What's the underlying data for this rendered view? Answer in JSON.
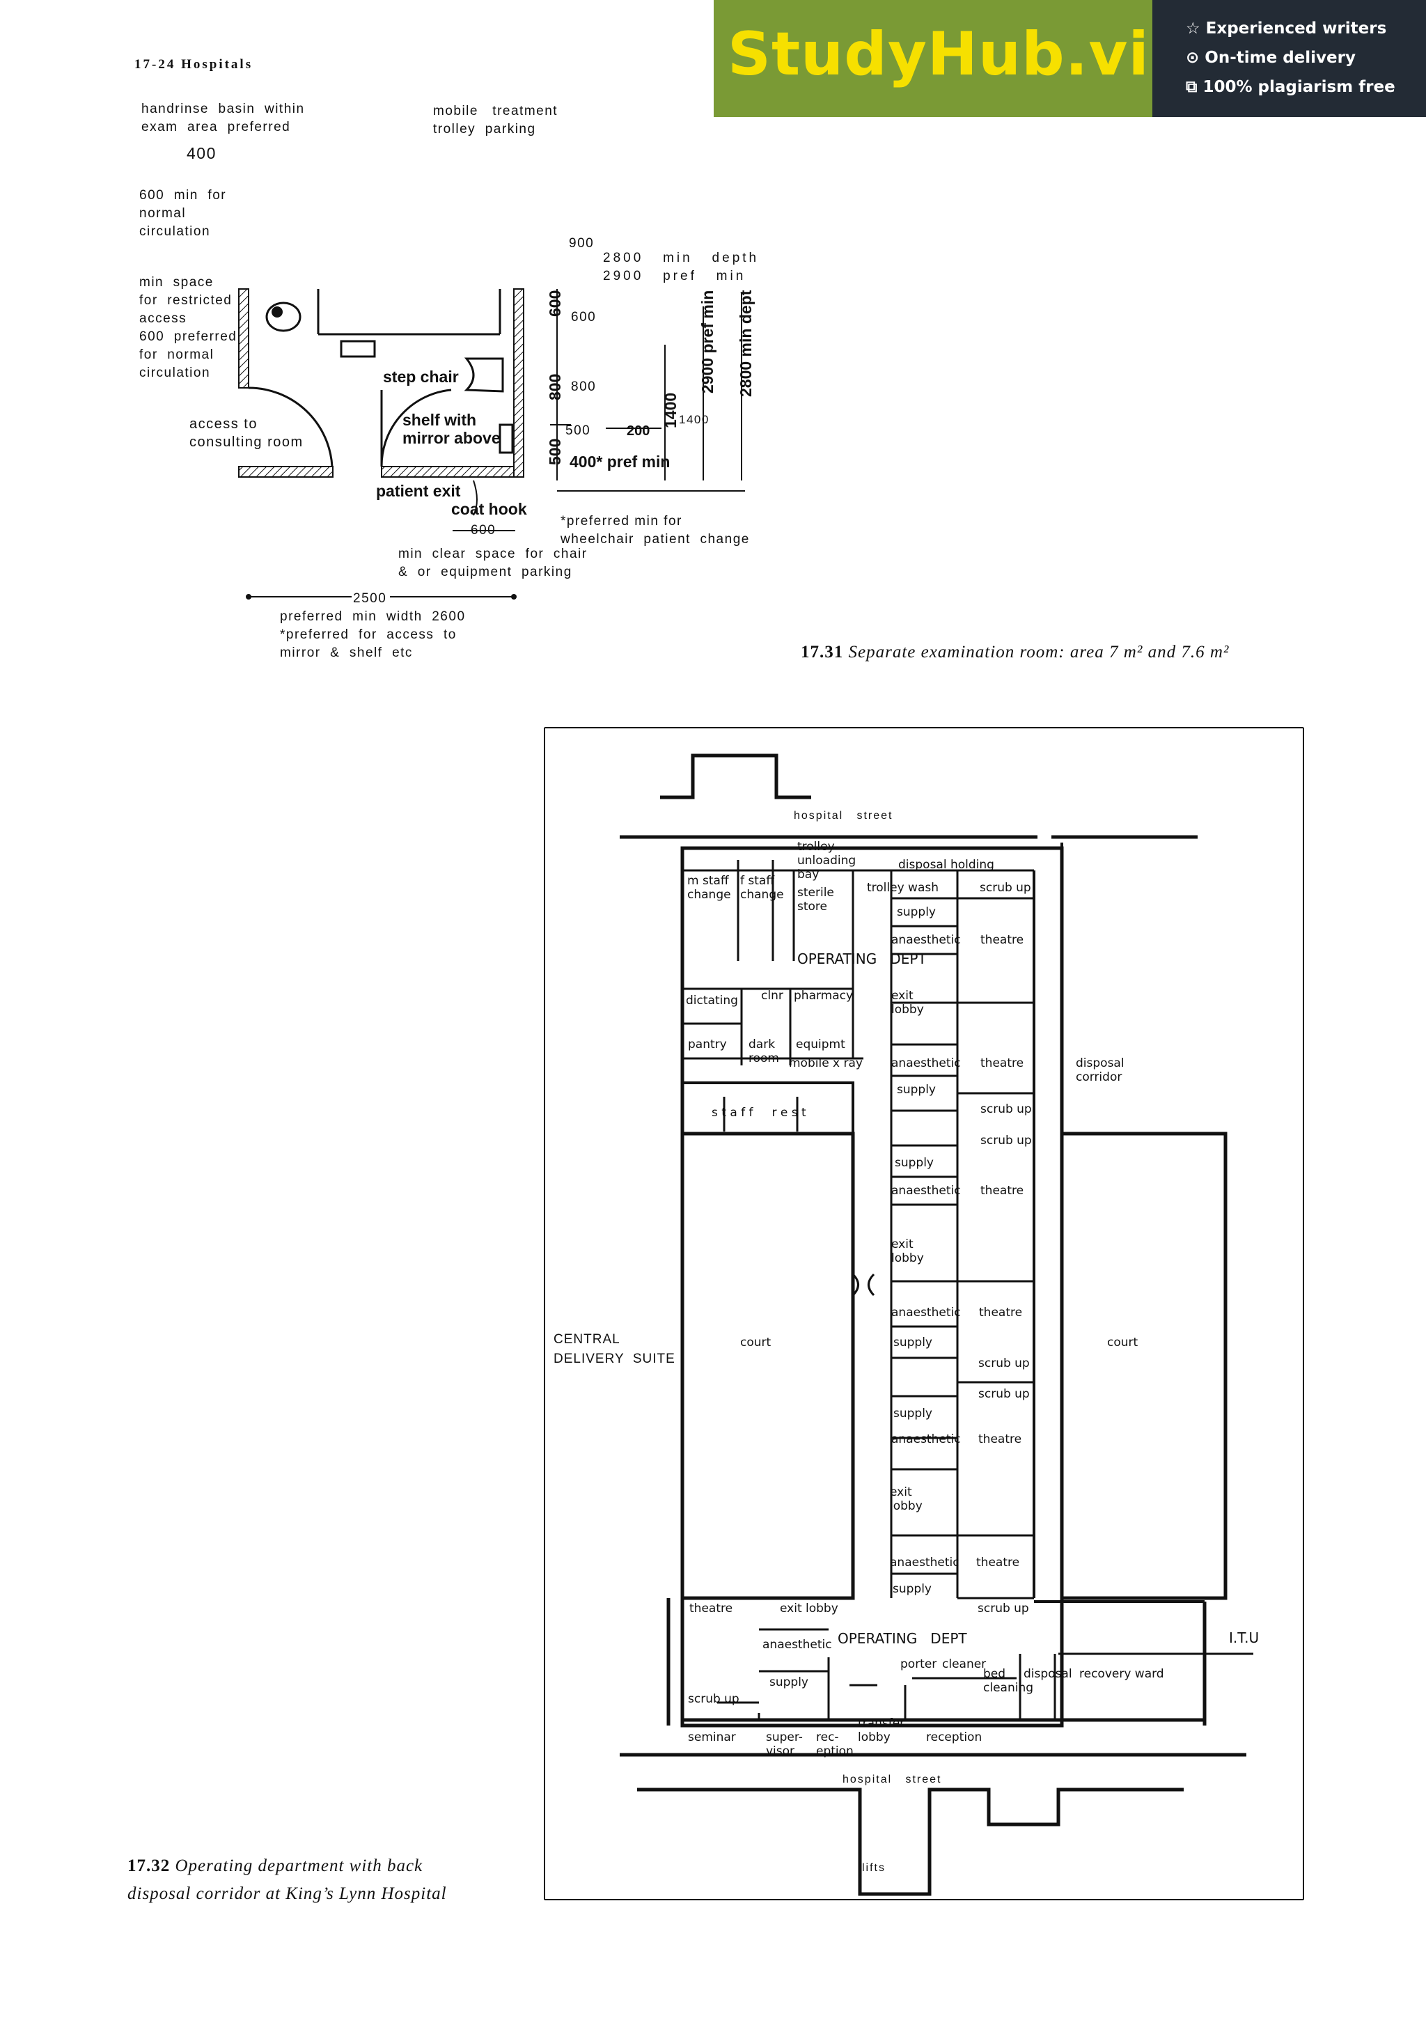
{
  "header": {
    "running_head": "17-24  Hospitals"
  },
  "banner": {
    "logo": "StudyHub.vip",
    "features": [
      "Experienced writers",
      "On-time delivery",
      "100% plagiarism free"
    ],
    "colors": {
      "green": "#7a9a35",
      "dark": "#232b35",
      "logo": "#f6e000"
    }
  },
  "fig1": {
    "labels": {
      "handrinse": "handrinse  basin  within\nexam  area  preferred",
      "mobile": "mobile   treatment\ntrolley  parking",
      "d400": "400",
      "d600a": "600  min  for\nnormal\ncirculation",
      "d900": "900",
      "depth": "2800   min   depth\n2900   pref   min",
      "minspace": "min  space\nfor  restricted\naccess\n600  preferred\nfor  normal\ncirculation",
      "d600b": "600",
      "d800": "800",
      "d500": "500",
      "d1400": "1400",
      "access": "access to\nconsulting room",
      "wheelchair": "*preferred min for\nwheelchair  patient  change",
      "d600c": "600",
      "minclear": "min  clear  space  for  chair\n&  or  equipment  parking",
      "d2500": "2500",
      "prefwidth": "preferred  min  width  2600",
      "prefaccess": "*preferred  for  access  to\nmirror  &  shelf  etc"
    },
    "drawing_labels": {
      "step_chair": "step chair",
      "shelf": "shelf with\nmirror above",
      "patient_exit": "patient exit",
      "coat_hook": "coat hook",
      "pref400": "400* pref min",
      "d200": "200",
      "v600": "600",
      "v800": "800",
      "v500": "500",
      "v1400": "1400",
      "v2900": "2900 pref min",
      "v2800": "2800 min dept"
    },
    "caption_num": "17.31",
    "caption_text": "Separate  examination  room:  area  7 m² and  7.6 m²"
  },
  "fig2": {
    "rooms": {
      "hospital_street_top": "hospital   street",
      "trolley_bay": "trolley\nunloading\nbay",
      "disposal_holding": "disposal holding",
      "m_staff": "m staff\nchange",
      "f_staff": "f staff\nchange",
      "sterile": "sterile\nstore",
      "trolley_wash": "trolley wash",
      "scrub1": "scrub up",
      "supply1": "supply",
      "anaesthetic1": "anaesthetic",
      "theatre1": "theatre",
      "op_dept1": "OPERATING   DEPT",
      "dictating": "dictating",
      "clnr": "clnr",
      "pharmacy": "pharmacy",
      "exit_lobby1": "exit\nlobby",
      "pantry": "pantry",
      "dark_room": "dark\nroom",
      "equipmt": "equipmt",
      "mobile_xray": "mobile x ray",
      "anaesthetic2": "anaesthetic",
      "theatre2": "theatre",
      "disposal_corridor": "disposal\ncorridor",
      "supply2": "supply",
      "staff_rest": "s t a f f     r e s t",
      "scrub2": "scrub up",
      "scrub3": "scrub up",
      "supply3": "supply",
      "anaesthetic3": "anaesthetic",
      "theatre3": "theatre",
      "exit_lobby2": "exit\nlobby",
      "anaesthetic4": "anaesthetic",
      "theatre4": "theatre",
      "supply4": "supply",
      "court_left": "court",
      "court_right": "court",
      "central_delivery": "CENTRAL\nDELIVERY  SUITE",
      "scrub4": "scrub up",
      "scrub5": "scrub up",
      "supply5": "supply",
      "anaesthetic5": "anaesthetic",
      "theatre5": "theatre",
      "exit_lobby3": "exit\nlobby",
      "anaesthetic6": "anaesthetic",
      "theatre6": "theatre",
      "supply6": "supply",
      "scrub6": "scrub up",
      "theatre7": "theatre",
      "exit_lobby4": "exit lobby",
      "anaesthetic7": "anaesthetic",
      "op_dept2": "OPERATING   DEPT",
      "itu": "I.T.U",
      "porter": "porter",
      "cleaner": "cleaner",
      "bed_cleaning": "bed\ncleaning",
      "disposal": "disposal",
      "recovery": "recovery ward",
      "supply7": "supply",
      "scrub7": "scrub up",
      "transfer": "transfer\nlobby",
      "seminar": "seminar",
      "supervisor": "super-\nvisor",
      "reception_s": "rec-\neption",
      "reception": "reception",
      "hospital_street_bottom": "hospital   street",
      "lifts": "lifts"
    },
    "caption_num": "17.32",
    "caption_text": "Operating department with back\ndisposal corridor at King’s Lynn Hospital"
  }
}
